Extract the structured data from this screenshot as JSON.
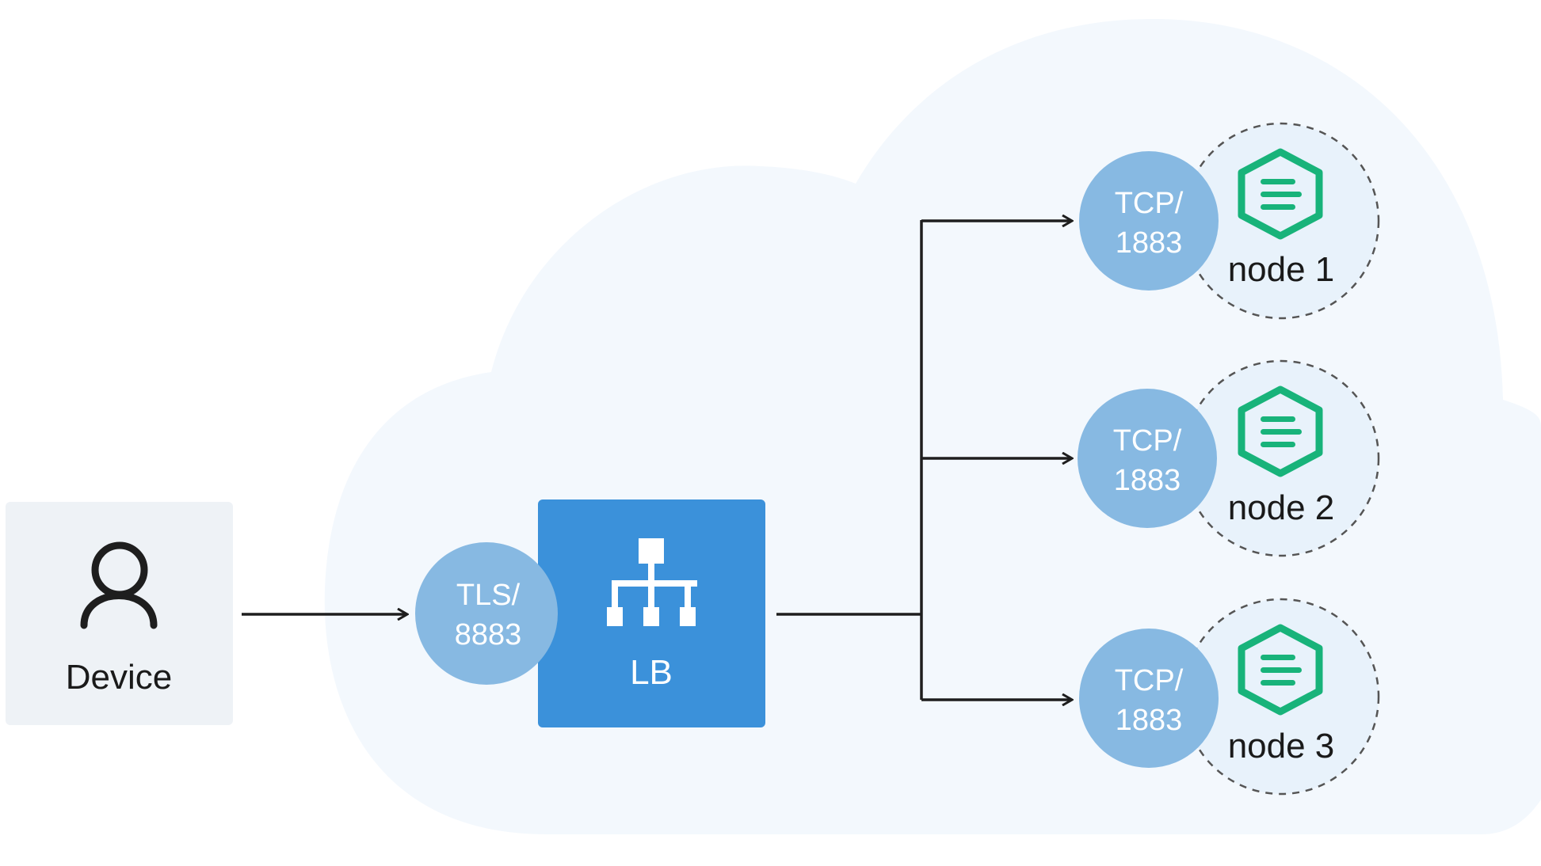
{
  "colors": {
    "cloud": "#f3f8fd",
    "device_box": "#eef2f6",
    "lb_box": "#3b91da",
    "port_circle": "#87b9e2",
    "node_halo": "#e8f2fb",
    "node_outline": "#555555",
    "hex_icon": "#18b37a",
    "line": "#1e1e1e",
    "text_dark": "#1a1a1a",
    "text_light": "#ffffff"
  },
  "device": {
    "label": "Device",
    "icon": "user-icon"
  },
  "load_balancer": {
    "label": "LB",
    "icon": "network-hierarchy-icon",
    "port_line1": "TLS/",
    "port_line2": "8883"
  },
  "nodes": [
    {
      "label": "node 1",
      "port_line1": "TCP/",
      "port_line2": "1883",
      "icon": "emqx-hexagon-icon"
    },
    {
      "label": "node 2",
      "port_line1": "TCP/",
      "port_line2": "1883",
      "icon": "emqx-hexagon-icon"
    },
    {
      "label": "node 3",
      "port_line1": "TCP/",
      "port_line2": "1883",
      "icon": "emqx-hexagon-icon"
    }
  ]
}
